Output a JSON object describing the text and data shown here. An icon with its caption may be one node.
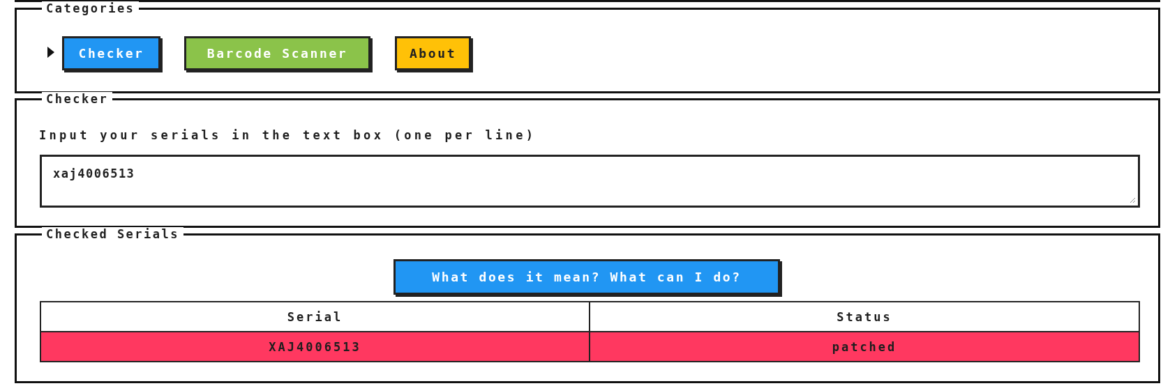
{
  "diagram": {
    "nodes": [
      {
        "text": [
          "Categories"
        ]
      },
      {
        "text": [
          "Checker"
        ],
        "in": 0
      },
      {
        "text": [
          "Barcode Scanner"
        ],
        "in": 0
      },
      {
        "text": [
          "About"
        ],
        "in": 0
      },
      {
        "text": [
          "Checker",
          "Input your serials in the text box (one per line)"
        ]
      },
      {
        "text": [
          "xaj4006513"
        ],
        "in": 4
      },
      {
        "text": [
          "Checked Serials"
        ]
      },
      {
        "text": [
          "What does it mean? What can I do?"
        ],
        "in": 6
      },
      {
        "text": [
          "Serial"
        ],
        "in": 6
      },
      {
        "text": [
          "Status"
        ],
        "in": 6
      },
      {
        "text": [
          "XAJ4006513"
        ],
        "in": 6
      },
      {
        "text": [
          "patched"
        ],
        "in": 6
      }
    ]
  }
}
